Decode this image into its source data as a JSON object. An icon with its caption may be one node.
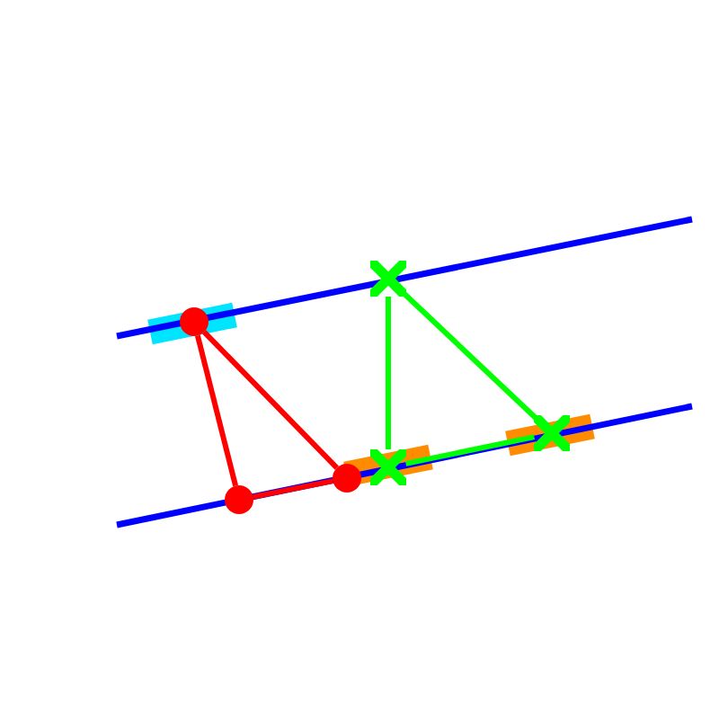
{
  "diagram": {
    "nodes": [
      {
        "text": [],
        "shape": "circle"
      },
      {
        "text": [],
        "shape": "circle"
      },
      {
        "text": [],
        "shape": "circle"
      },
      {
        "text": [],
        "shape": "cross"
      },
      {
        "text": [],
        "shape": "cross"
      },
      {
        "text": [],
        "shape": "cross"
      }
    ],
    "edges": [
      {
        "from": 0,
        "to": 1,
        "arrow": "none",
        "color": "#ff0000"
      },
      {
        "from": 0,
        "to": 2,
        "arrow": "none",
        "color": "#ff0000"
      },
      {
        "from": 1,
        "to": 2,
        "arrow": "none",
        "color": "#ff0000"
      },
      {
        "from": 3,
        "to": 4,
        "arrow": "none",
        "color": "#00ff00"
      },
      {
        "from": 3,
        "to": 5,
        "arrow": "none",
        "color": "#00ff00"
      },
      {
        "from": 4,
        "to": 5,
        "arrow": "none",
        "color": "#00ff00"
      }
    ]
  }
}
